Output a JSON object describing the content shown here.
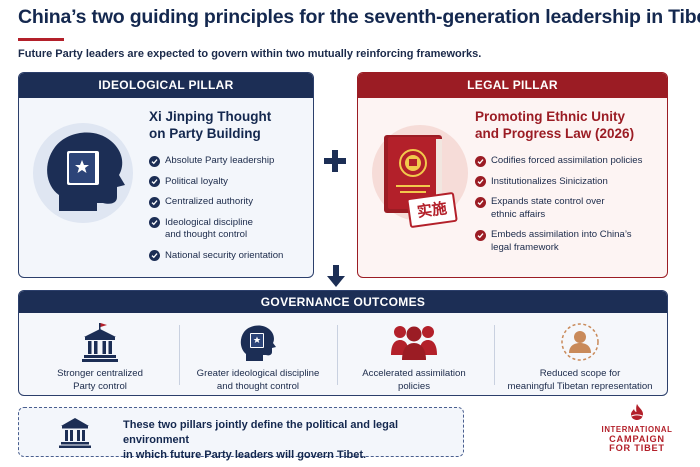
{
  "title": "China’s two guiding principles for the seventh-generation leadership in Tibet",
  "subtitle": "Future Party leaders are expected to govern within two mutually reinforcing frameworks.",
  "ideological_pillar": {
    "header": "IDEOLOGICAL PILLAR",
    "title_line1": "Xi Jinping Thought",
    "title_line2": "on Party Building",
    "items": [
      [
        "Absolute Party leadership"
      ],
      [
        "Political loyalty"
      ],
      [
        "Centralized authority"
      ],
      [
        "Ideological discipline",
        "and thought control"
      ],
      [
        "National security orientation"
      ]
    ]
  },
  "legal_pillar": {
    "header": "LEGAL PILLAR",
    "title_line1": "Promoting Ethnic Unity",
    "title_line2": "and Progress Law (2026)",
    "stamp": "实施",
    "items": [
      [
        "Codifies forced assimilation policies"
      ],
      [
        "Institutionalizes Sinicization"
      ],
      [
        "Expands state control over",
        "ethnic affairs"
      ],
      [
        "Embeds assimilation into China’s",
        "legal framework"
      ]
    ]
  },
  "outcomes": {
    "header": "GOVERNANCE OUTCOMES",
    "items": [
      {
        "icon": "government-building-icon",
        "line1": "Stronger centralized",
        "line2": "Party control"
      },
      {
        "icon": "head-book-icon",
        "line1": "Greater ideological discipline",
        "line2": "and thought control"
      },
      {
        "icon": "people-group-icon",
        "line1": "Accelerated assimilation",
        "line2": "policies"
      },
      {
        "icon": "person-icon",
        "line1": "Reduced scope for",
        "line2": "meaningful Tibetan representation"
      }
    ]
  },
  "footer": {
    "line1": "These two pillars jointly define the political and legal environment",
    "line2": "in which future Party leaders will govern Tibet."
  },
  "logo": {
    "line1": "INTERNATIONAL",
    "line2": "CAMPAIGN",
    "line3": "FOR TIBET"
  },
  "colors": {
    "navy": "#1c2e55",
    "red": "#9b1c24",
    "accent_red": "#b3202a",
    "tan": "#c98a5a"
  }
}
